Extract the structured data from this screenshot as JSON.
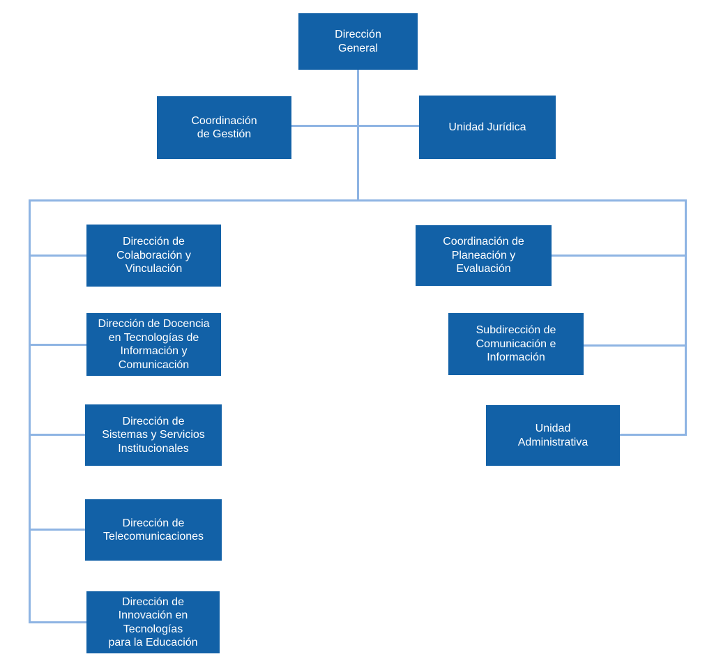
{
  "colors": {
    "node_fill": "#1261A7",
    "node_text": "#FFFFFF",
    "connector": "#8EB4E3",
    "background": "#FFFFFF"
  },
  "org_chart": {
    "nodes": {
      "direccion_general": {
        "label": "Dirección\nGeneral"
      },
      "coordinacion_gestion": {
        "label": "Coordinación\nde Gestión"
      },
      "unidad_juridica": {
        "label": "Unidad Jurídica"
      },
      "colaboracion_vinculacion": {
        "label": "Dirección de\nColaboración y\nVinculación"
      },
      "docencia_tic": {
        "label": "Dirección de Docencia\nen Tecnologías de\nInformación y\nComunicación"
      },
      "sistemas_servicios": {
        "label": "Dirección de\nSistemas y Servicios\nInstitucionales"
      },
      "telecomunicaciones": {
        "label": "Dirección de\nTelecomunicaciones"
      },
      "innovacion_educacion": {
        "label": "Dirección de\nInnovación en\nTecnologías\npara la Educación"
      },
      "planeacion_evaluacion": {
        "label": "Coordinación de\nPlaneación y\nEvaluación"
      },
      "subdireccion_comunicacion": {
        "label": "Subdirección de\nComunicación e\nInformación"
      },
      "unidad_administrativa": {
        "label": "Unidad\nAdministrativa"
      }
    },
    "edges": [
      {
        "from": "Dirección General",
        "to": "Coordinación de Gestión"
      },
      {
        "from": "Dirección General",
        "to": "Unidad Jurídica"
      },
      {
        "from": "Dirección General",
        "to": "Dirección de Colaboración y Vinculación"
      },
      {
        "from": "Dirección General",
        "to": "Dirección de Docencia en Tecnologías de Información y Comunicación"
      },
      {
        "from": "Dirección General",
        "to": "Dirección de Sistemas y Servicios Institucionales"
      },
      {
        "from": "Dirección General",
        "to": "Dirección de Telecomunicaciones"
      },
      {
        "from": "Dirección General",
        "to": "Dirección de Innovación en Tecnologías para la Educación"
      },
      {
        "from": "Dirección General",
        "to": "Coordinación de Planeación y Evaluación"
      },
      {
        "from": "Dirección General",
        "to": "Subdirección de Comunicación e Información"
      },
      {
        "from": "Dirección General",
        "to": "Unidad Administrativa"
      }
    ]
  }
}
